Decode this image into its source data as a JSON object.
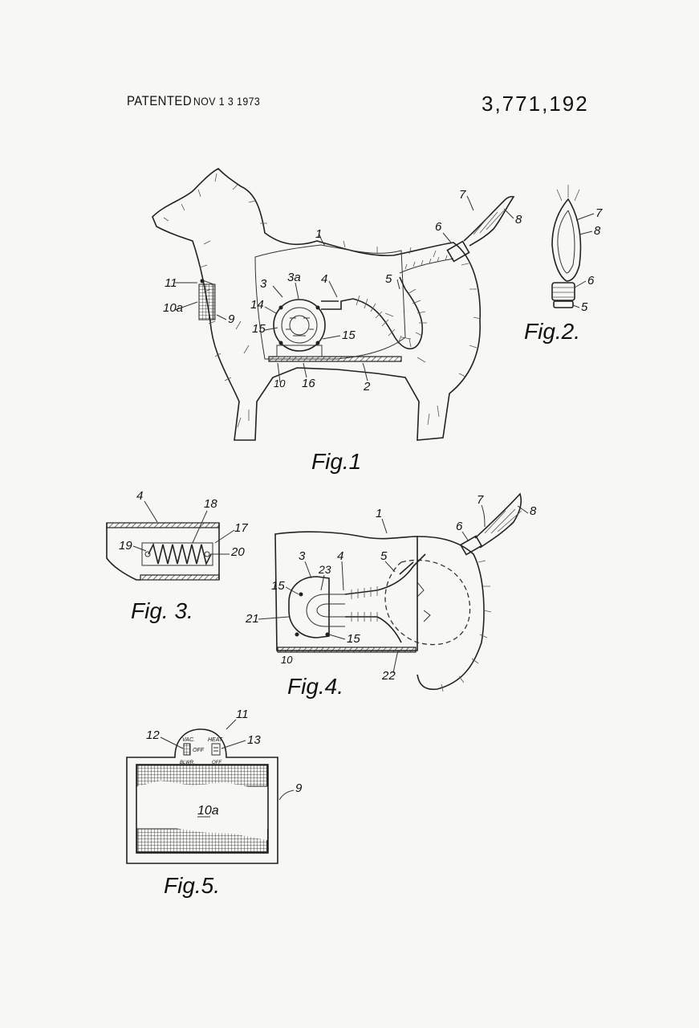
{
  "header": {
    "patented_label": "PATENTED",
    "patent_date": "NOV 1 3 1973",
    "patent_number": "3,771,192"
  },
  "figures": {
    "fig1": {
      "caption": "Fig.1",
      "labels": [
        "1",
        "2",
        "3",
        "3a",
        "4",
        "5",
        "6",
        "7",
        "8",
        "9",
        "10",
        "10a",
        "11",
        "14",
        "15",
        "15",
        "16"
      ]
    },
    "fig2": {
      "caption": "Fig.2.",
      "labels": [
        "7",
        "8",
        "6",
        "5"
      ]
    },
    "fig3": {
      "caption": "Fig. 3.",
      "labels": [
        "4",
        "18",
        "17",
        "19",
        "20"
      ]
    },
    "fig4": {
      "caption": "Fig.4.",
      "labels": [
        "1",
        "6",
        "7",
        "8",
        "3",
        "4",
        "5",
        "23",
        "15",
        "21",
        "15",
        "10",
        "22"
      ]
    },
    "fig5": {
      "caption": "Fig.5.",
      "labels": [
        "11",
        "12",
        "13",
        "9",
        "10a"
      ],
      "switch_text": [
        "VAC.",
        "OFF",
        "BLWR.",
        "HEAT",
        "OFF"
      ]
    }
  }
}
